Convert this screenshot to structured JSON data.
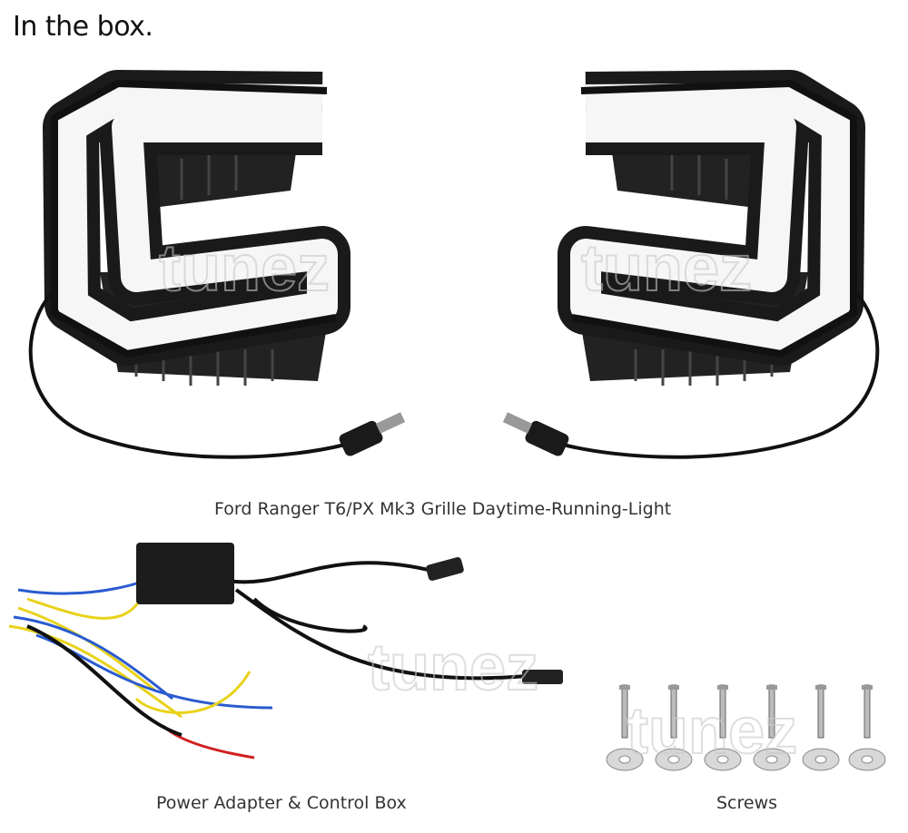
{
  "heading": "In the box.",
  "watermark": "tunez",
  "items": [
    {
      "caption": "Ford Ranger T6/PX Mk3 Grille Daytime-Running-Light"
    },
    {
      "caption": "Power Adapter & Control Box"
    },
    {
      "caption": "Screws"
    }
  ],
  "colors": {
    "housing": "#1a1a1a",
    "light_band": "#f6f6f6",
    "wire_yellow": "#e8d21a",
    "wire_blue": "#2a5bd0",
    "wire_red": "#d02020"
  }
}
